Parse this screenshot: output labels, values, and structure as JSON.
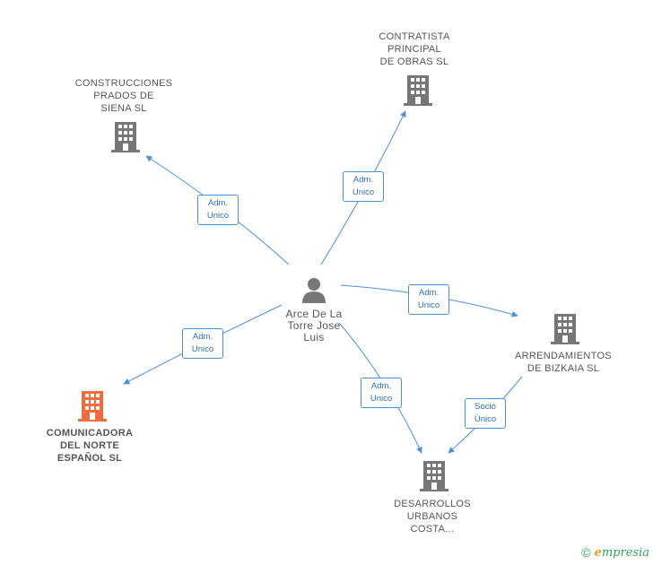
{
  "colors": {
    "edge": "#4a90d9",
    "company_icon": "#777777",
    "main_icon": "#f26b3a",
    "person_icon": "#777777"
  },
  "nodes": {
    "person": {
      "lines": [
        "Arce De La",
        "Torre Jose",
        "Luis"
      ],
      "icon": "person-icon"
    },
    "construcciones": {
      "lines": [
        "CONSTRUCCIONES",
        "PRADOS DE",
        "SIENA SL"
      ],
      "icon": "building-icon"
    },
    "contratista": {
      "lines": [
        "CONTRATISTA",
        "PRINCIPAL",
        "DE OBRAS SL"
      ],
      "icon": "building-icon"
    },
    "arrendamientos": {
      "lines": [
        "ARRENDAMIENTOS",
        "DE BIZKAIA SL"
      ],
      "icon": "building-icon"
    },
    "desarrollos": {
      "lines": [
        "DESARROLLOS",
        "URBANOS",
        "COSTA..."
      ],
      "icon": "building-icon"
    },
    "comunicadora": {
      "lines": [
        "COMUNICADORA",
        "DEL NORTE",
        "ESPAÑOL  SL"
      ],
      "icon": "building-icon"
    }
  },
  "edges": {
    "e_construcciones": [
      "Adm.",
      "Unico"
    ],
    "e_contratista": [
      "Adm.",
      "Unico"
    ],
    "e_arrendamientos": [
      "Adm.",
      "Unico"
    ],
    "e_comunicadora": [
      "Adm.",
      "Unico"
    ],
    "e_desarrollos": [
      "Adm.",
      "Unico"
    ],
    "e_arr_des": [
      "Socio",
      "Único"
    ]
  },
  "footer": {
    "copyright": "©",
    "brand_initial": "e",
    "brand_rest": "mpresia"
  }
}
